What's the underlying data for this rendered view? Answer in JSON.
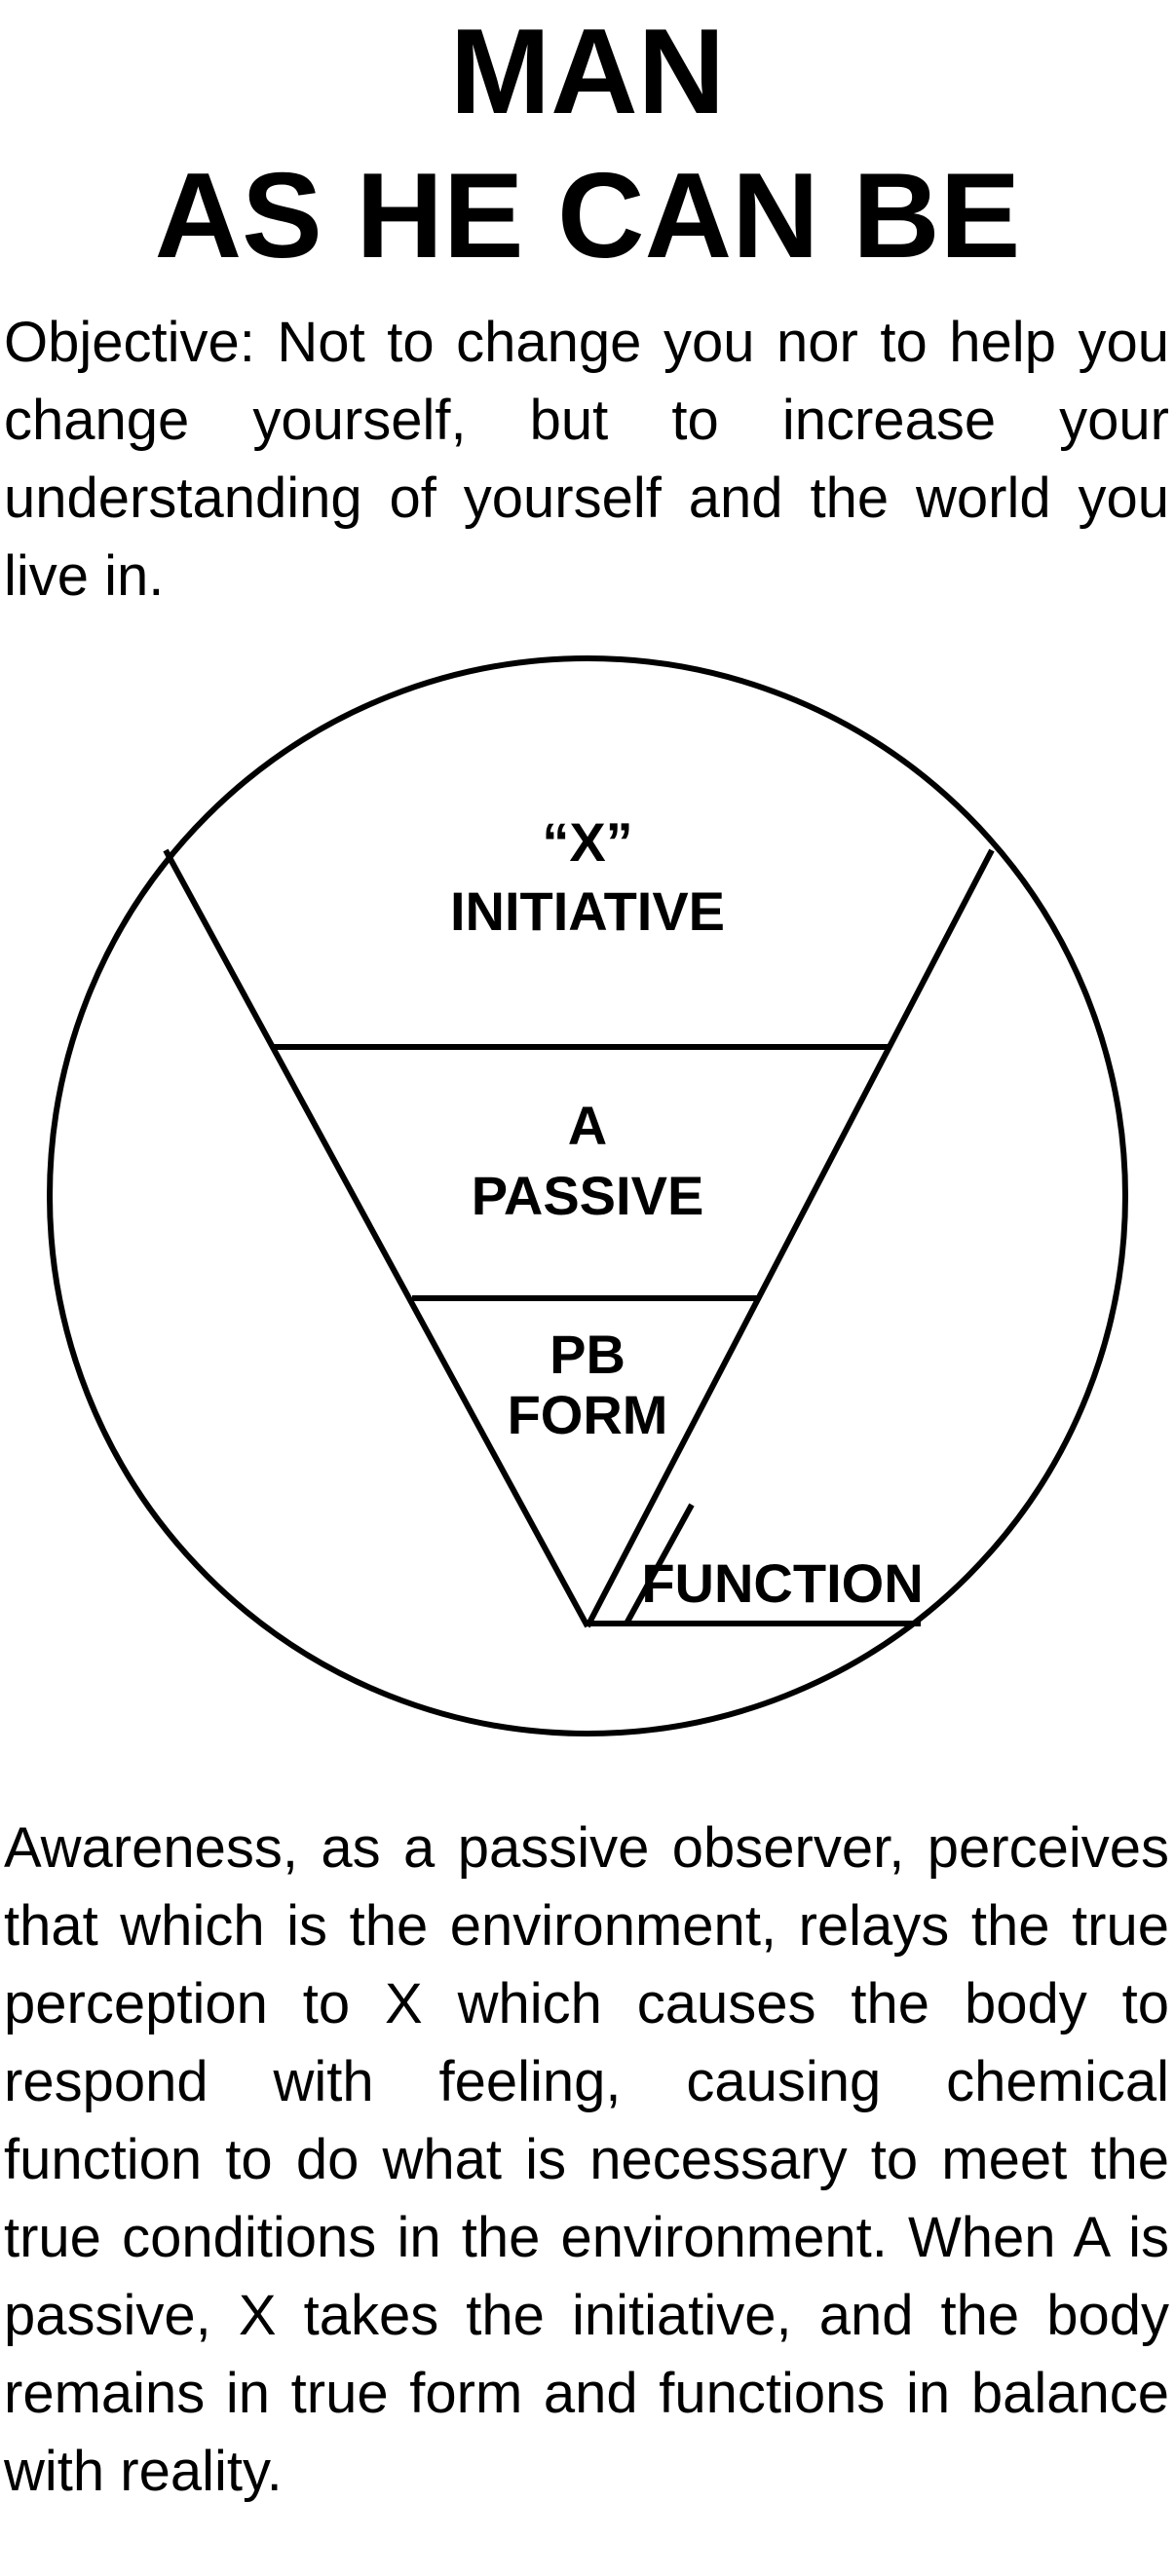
{
  "title": {
    "line1": "MAN",
    "line2": "AS HE CAN BE"
  },
  "objective_text": "Objective: Not to change you nor to help you change yourself, but to increase your understanding of yourself and the world you live in.",
  "diagram": {
    "x_label": "“X”",
    "initiative_label": "INITIATIVE",
    "a_label": "A",
    "passive_label": "PASSIVE",
    "pb_label": "PB",
    "form_label": "FORM",
    "function_label": "FUNCTION"
  },
  "awareness_text": "Awareness, as a passive observer, perceives that which is the environment, relays the true perception to X which causes the body to respond with feeling, causing chemical function to do what is necessary to meet the true conditions in the environment.  When A is passive, X takes the initiative, and the body remains in true form and functions in balance with reality."
}
